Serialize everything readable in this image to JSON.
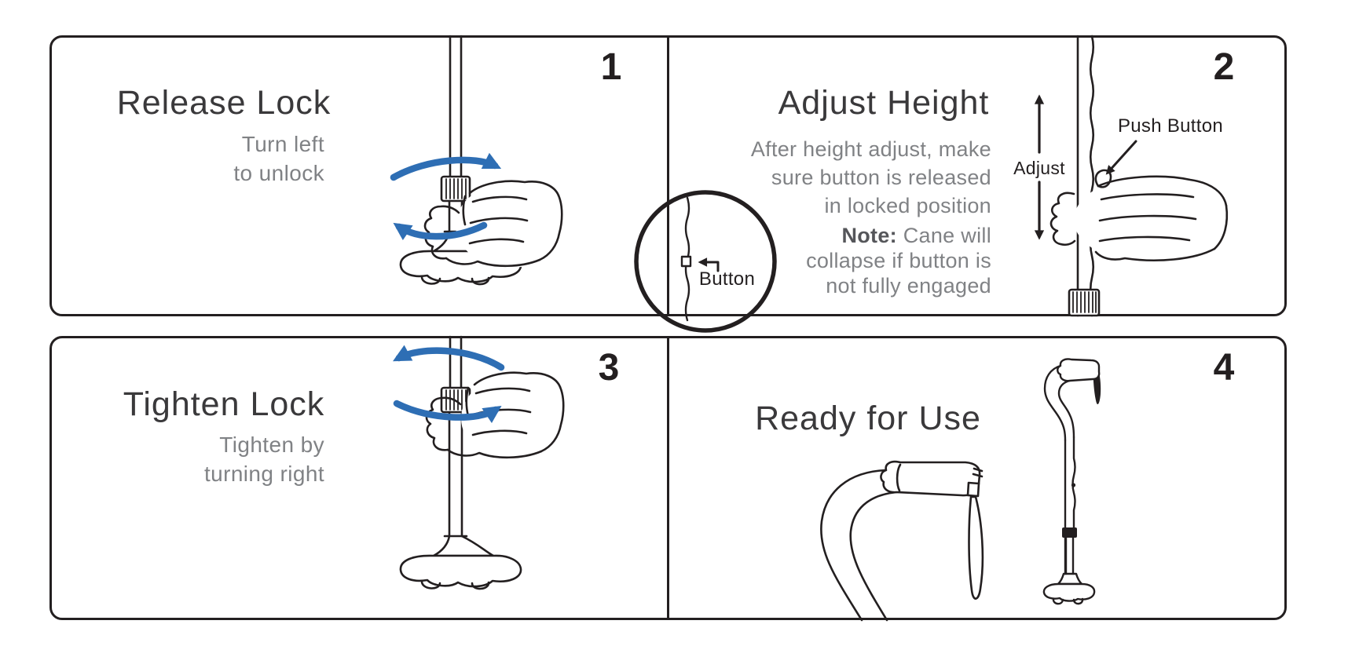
{
  "colors": {
    "line": "#231f20",
    "accent_blue": "#2e6eb4",
    "title_gray": "#3a393b",
    "body_gray": "#808285",
    "note_gray": "#55565a"
  },
  "sheet": {
    "steps": [
      {
        "number": "1",
        "title": "Release Lock",
        "subtitle_lines": [
          "Turn left",
          "to unlock"
        ]
      },
      {
        "number": "2",
        "title": "Adjust Height",
        "body_lines": [
          "After height adjust, make",
          "sure button is released",
          "in locked position"
        ],
        "note_label": "Note:",
        "note_line1_rest": " Cane will",
        "note_lines": [
          "collapse if button is",
          "not fully engaged"
        ],
        "adjust_label": "Adjust",
        "push_button_label": "Push Button",
        "button_label": "Button"
      },
      {
        "number": "3",
        "title": "Tighten Lock",
        "subtitle_lines": [
          "Tighten by",
          "turning right"
        ]
      },
      {
        "number": "4",
        "title": "Ready for Use"
      }
    ]
  }
}
